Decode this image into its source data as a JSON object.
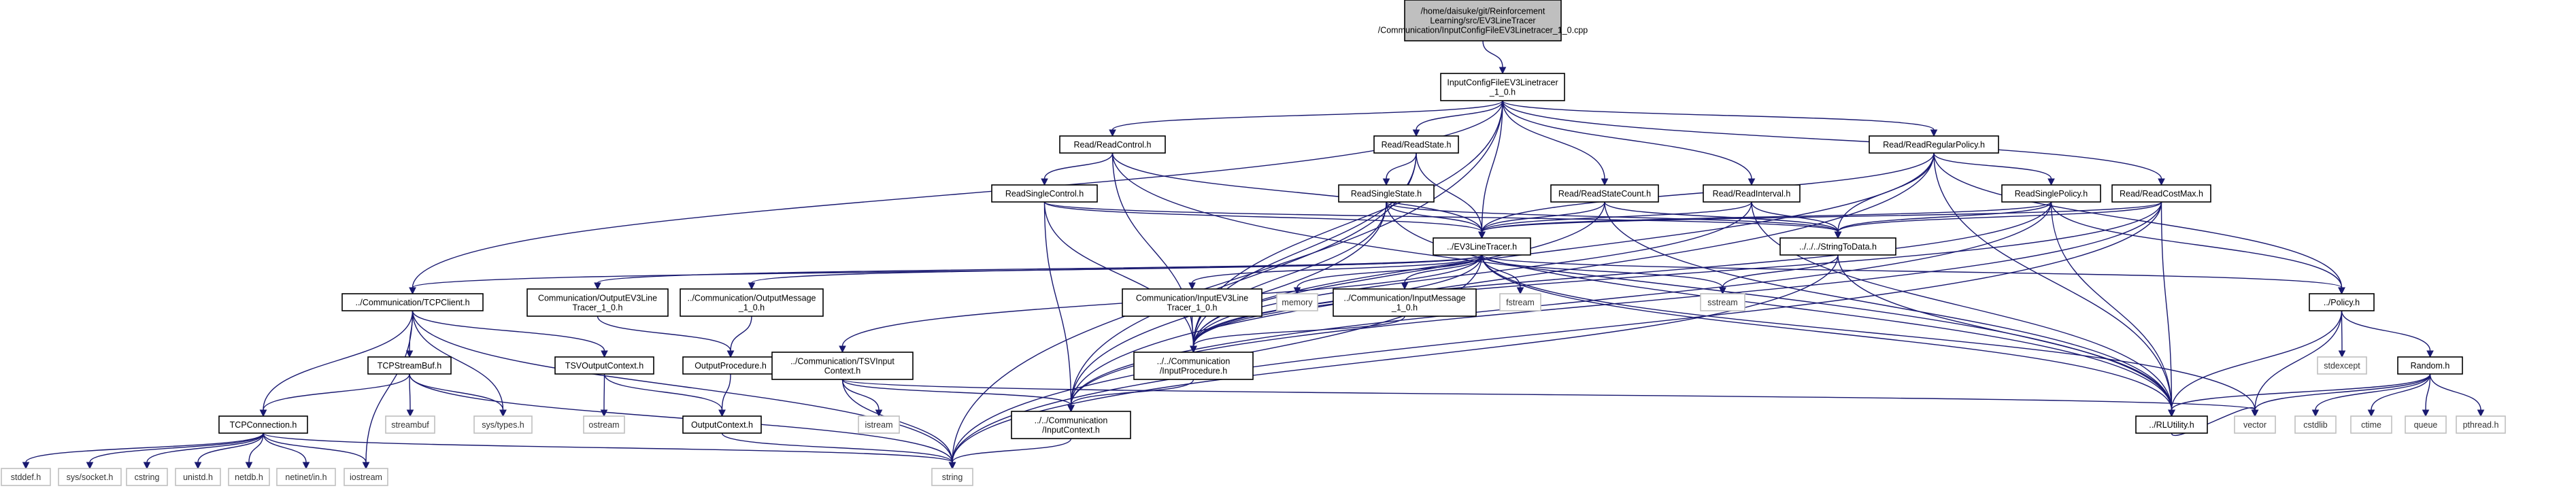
{
  "diagram": {
    "nodes": {
      "root": [
        "/home/daisuke/git/Reinforcement",
        "Learning/src/EV3LineTracer",
        "/Communication/InputConfigFileEV3Linetracer_1_0.cpp"
      ],
      "icf": [
        "InputConfigFileEV3Linetracer",
        "_1_0.h"
      ],
      "rrc": [
        "Read/ReadControl.h"
      ],
      "rrs": [
        "Read/ReadState.h"
      ],
      "rrp": [
        "Read/ReadRegularPolicy.h"
      ],
      "rsc": [
        "ReadSingleControl.h"
      ],
      "rss": [
        "ReadSingleState.h"
      ],
      "rrsc": [
        "Read/ReadStateCount.h"
      ],
      "rri": [
        "Read/ReadInterval.h"
      ],
      "rsp": [
        "ReadSinglePolicy.h"
      ],
      "rcm": [
        "Read/ReadCostMax.h"
      ],
      "ev3": [
        "../EV3LineTracer.h"
      ],
      "std": [
        "../../../StringToData.h"
      ],
      "tcpc": [
        "../Communication/TCPClient.h"
      ],
      "coev3": [
        "Communication/OutputEV3Line",
        "Tracer_1_0.h"
      ],
      "com": [
        "../Communication/OutputMessage",
        "_1_0.h"
      ],
      "ciev3": [
        "Communication/InputEV3Line",
        "Tracer_1_0.h"
      ],
      "memory": [
        "memory"
      ],
      "cim": [
        "../Communication/InputMessage",
        "_1_0.h"
      ],
      "fstream": [
        "fstream"
      ],
      "sstream": [
        "sstream"
      ],
      "policy": [
        "../Policy.h"
      ],
      "tcpsb": [
        "TCPStreamBuf.h"
      ],
      "tsvo": [
        "TSVOutputContext.h"
      ],
      "op": [
        "OutputProcedure.h"
      ],
      "tsvi": [
        "../Communication/TSVInput",
        "Context.h"
      ],
      "ip": [
        "../../Communication",
        "/InputProcedure.h"
      ],
      "stdexcept": [
        "stdexcept"
      ],
      "random": [
        "Random.h"
      ],
      "tcpconn": [
        "TCPConnection.h"
      ],
      "streambuf": [
        "streambuf"
      ],
      "systypes": [
        "sys/types.h"
      ],
      "ostream": [
        "ostream"
      ],
      "oc": [
        "OutputContext.h"
      ],
      "istream": [
        "istream"
      ],
      "ic": [
        "../../Communication",
        "/InputContext.h"
      ],
      "rlu": [
        "../RLUtility.h"
      ],
      "vector": [
        "vector"
      ],
      "cstdlib": [
        "cstdlib"
      ],
      "ctime": [
        "ctime"
      ],
      "queue": [
        "queue"
      ],
      "pthread": [
        "pthread.h"
      ],
      "stddef": [
        "stddef.h"
      ],
      "syssocket": [
        "sys/socket.h"
      ],
      "cstring": [
        "cstring"
      ],
      "unistd": [
        "unistd.h"
      ],
      "netdb": [
        "netdb.h"
      ],
      "netinet": [
        "netinet/in.h"
      ],
      "iostream": [
        "iostream"
      ],
      "string": [
        "string"
      ]
    },
    "colors": {
      "edge": "#191970",
      "root_fill": "#bfbfbf",
      "external_border": "#bfbfbf"
    }
  }
}
